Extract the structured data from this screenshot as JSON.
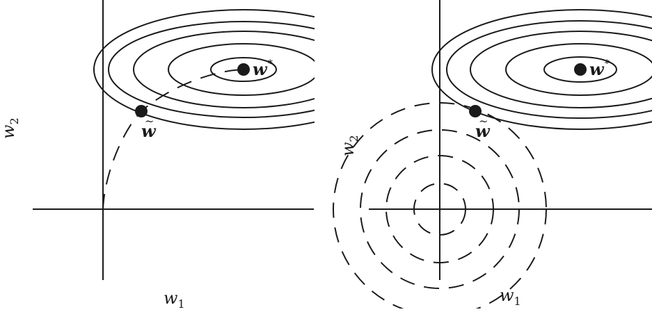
{
  "panels": [
    {
      "id": "left",
      "axis_x_label": "w",
      "axis_x_sub": "1",
      "axis_y_label": "w",
      "axis_y_sub": "2",
      "optimum_label": "w",
      "optimum_sup": "*",
      "solution_label": "w",
      "solution_tilde": "~"
    },
    {
      "id": "right",
      "axis_x_label": "w",
      "axis_x_sub": "1",
      "axis_y_label": "w",
      "axis_y_sub": "2",
      "optimum_label": "w",
      "optimum_sup": "*",
      "solution_label": "w",
      "solution_tilde": "~"
    }
  ],
  "colors": {
    "ink": "#1a1a1a",
    "background": "#ffffff"
  }
}
